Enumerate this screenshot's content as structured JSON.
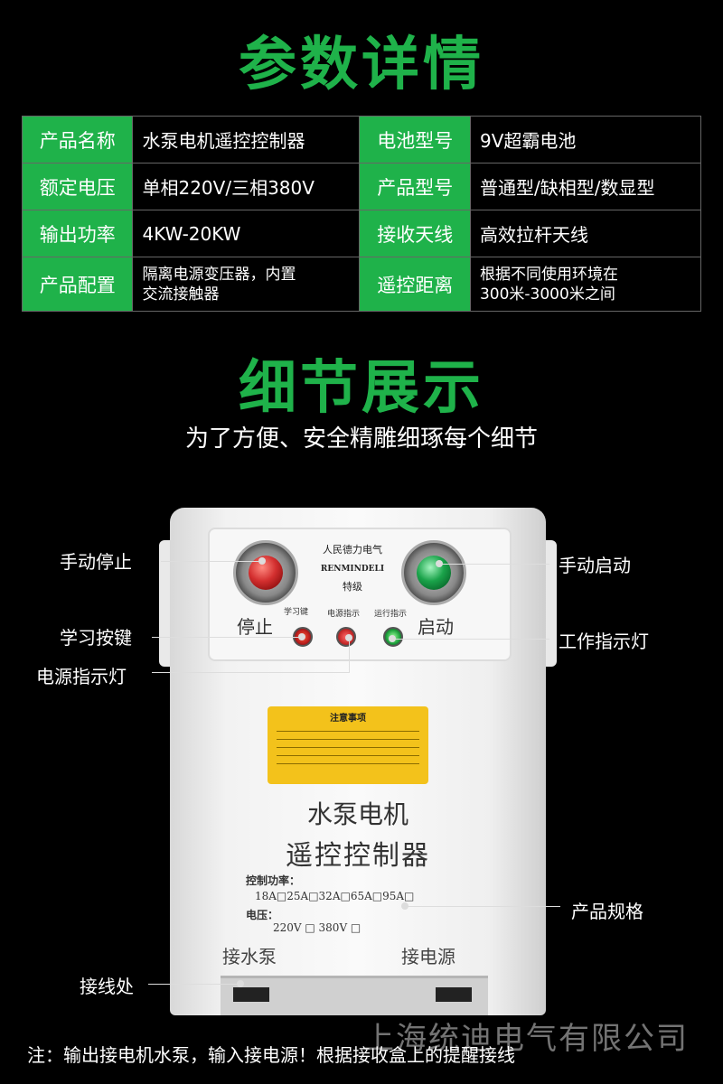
{
  "titles": {
    "params": "参数详情",
    "details": "细节展示",
    "subtitle": "为了方便、安全精雕细琢每个细节"
  },
  "params": [
    {
      "label1": "产品名称",
      "value1": "水泵电机遥控控制器",
      "label2": "电池型号",
      "value2": "9V超霸电池"
    },
    {
      "label1": "额定电压",
      "value1": "单相220V/三相380V",
      "label2": "产品型号",
      "value2": "普通型/缺相型/数显型"
    },
    {
      "label1": "输出功率",
      "value1": "4KW-20KW",
      "label2": "接收天线",
      "value2": "高效拉杆天线"
    },
    {
      "label1": "产品配置",
      "value1_line1": "隔离电源变压器，内置",
      "value1_line2": "交流接触器",
      "label2": "遥控距离",
      "value2_line1": "根据不同使用环境在",
      "value2_line2": "300米-3000米之间"
    }
  ],
  "device": {
    "brand_cn": "人民德力电气",
    "brand_en": "RENMINDELI",
    "grade": "特级",
    "stop_label": "停止",
    "start_label": "启动",
    "learn_label": "学习键",
    "power_indicator_label": "电源指示",
    "run_indicator_label": "运行指示",
    "notice_title": "注意事项",
    "name_line1": "水泵电机",
    "name_line2": "遥控控制器",
    "spec_power_head": "控制功率：",
    "spec_amps": "18A□25A□32A□65A□95A□",
    "spec_voltage_head": "电压：",
    "spec_volts": "220V □  380V □",
    "wire_pump": "接水泵",
    "wire_power": "接电源"
  },
  "callouts": {
    "manual_stop": "手动停止",
    "manual_start": "手动启动",
    "learn_button": "学习按键",
    "work_indicator": "工作指示灯",
    "power_indicator": "电源指示灯",
    "product_spec": "产品规格",
    "wiring": "接线处"
  },
  "watermark": "上海统迪电气有限公司",
  "footer": "注：输出接电机水泵，输入接电源！根据接收盒上的提醒接线",
  "colors": {
    "accent": "#1fb24a",
    "background": "#000000",
    "notice": "#f3c21b"
  }
}
